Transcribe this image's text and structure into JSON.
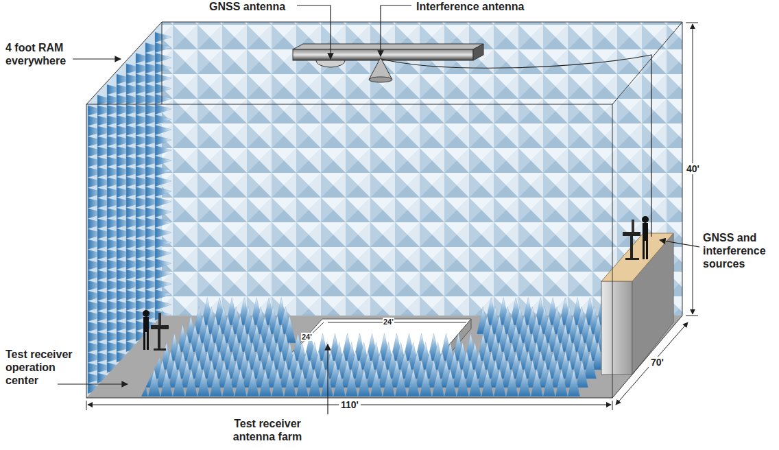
{
  "diagram": {
    "labels": [
      "GNSS antenna",
      "Interference antenna",
      "4 foot RAM everywhere",
      "40'",
      "GNSS and interference sources",
      "24'",
      "24'",
      "70'",
      "Test receiver operation center",
      "110'",
      "Test receiver antenna farm"
    ]
  }
}
